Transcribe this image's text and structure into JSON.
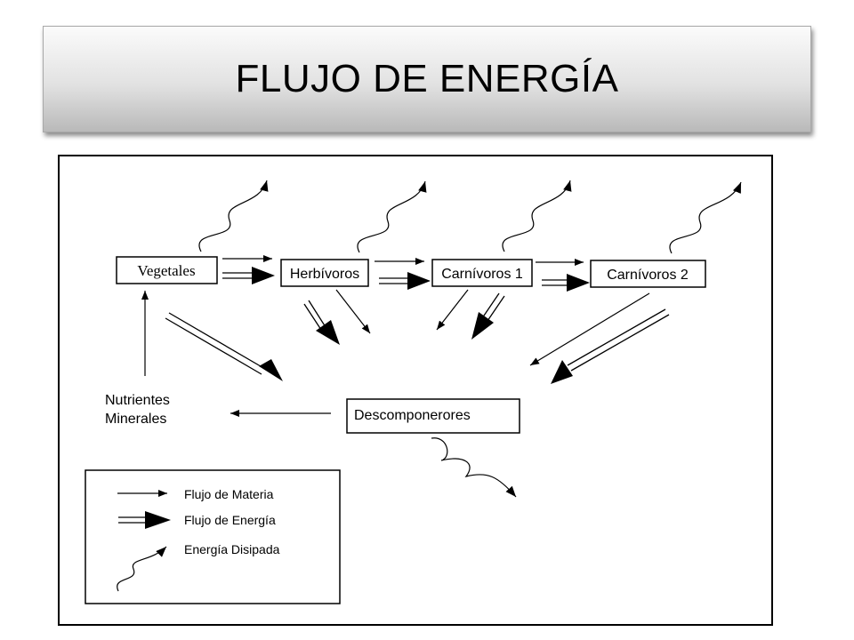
{
  "title": "FLUJO DE ENERGÍA",
  "nodes": {
    "vegetales": "Vegetales",
    "herbivoros": "Herbívoros",
    "carnivoros1": "Carnívoros 1",
    "carnivoros2": "Carnívoros 2",
    "descomponedores": "Descomponerores",
    "nutrientes_line1": "Nutrientes",
    "nutrientes_line2": "Minerales"
  },
  "legend": {
    "materia": "Flujo de Materia",
    "energia": "Flujo de Energía",
    "disipada": "Energía Disipada"
  }
}
